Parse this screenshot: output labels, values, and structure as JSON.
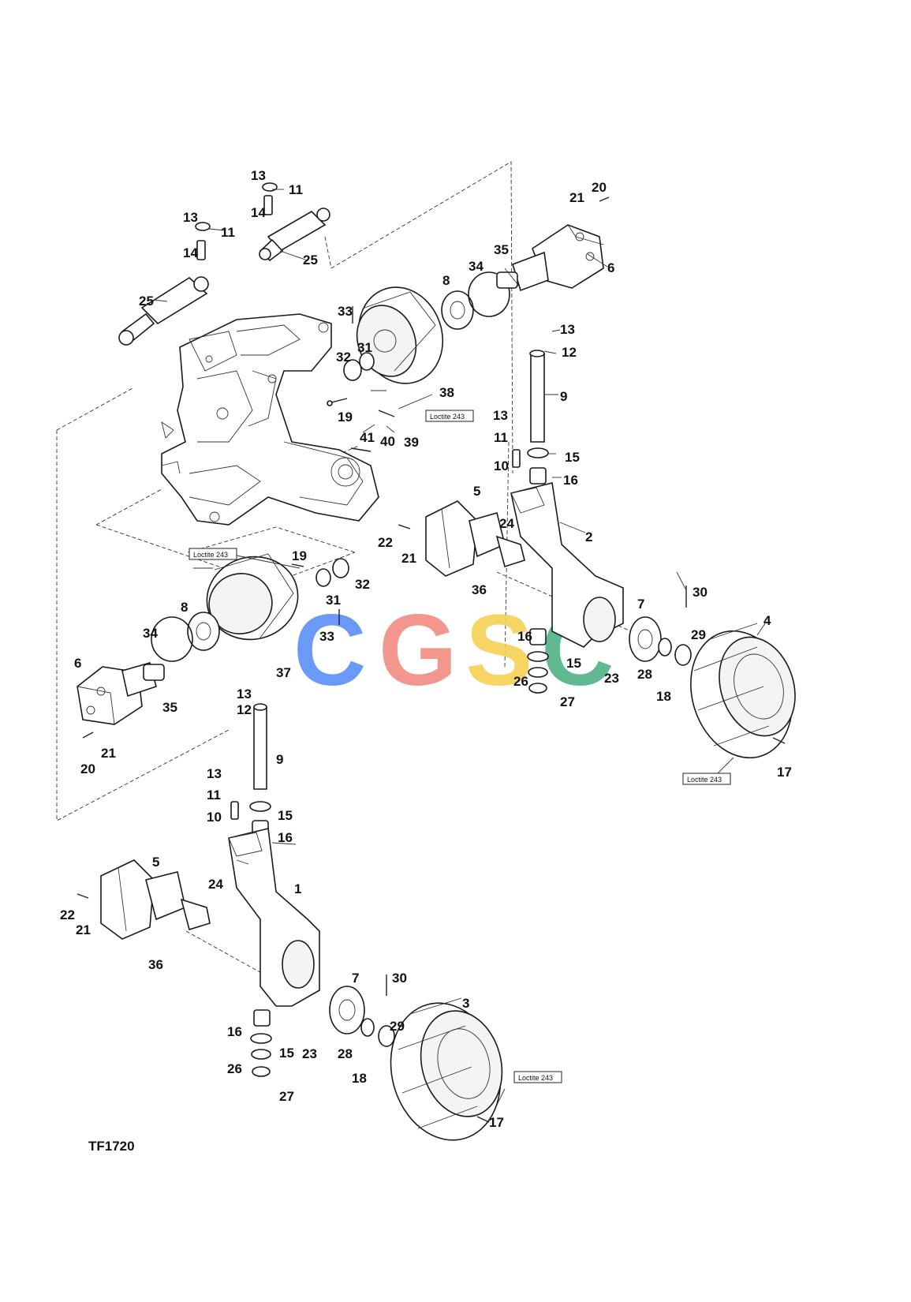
{
  "figure_id": "TF1720",
  "watermark": "CGSC",
  "colors": {
    "watermark_c1": "#5b8ff9",
    "watermark_g": "#f28b82",
    "watermark_s": "#f7d154",
    "watermark_c2": "#4fb286",
    "line": "#1a1a1a"
  },
  "notes": [
    {
      "id": "loctite-1",
      "text": "Loctite 243"
    },
    {
      "id": "loctite-2",
      "text": "Loctite 243"
    },
    {
      "id": "loctite-3",
      "text": "Loctite 243"
    }
  ],
  "callouts": [
    "13",
    "11",
    "14",
    "13",
    "11",
    "14",
    "25",
    "25",
    "20",
    "21",
    "35",
    "34",
    "6",
    "8",
    "33",
    "31",
    "32",
    "38",
    "13",
    "12",
    "9",
    "19",
    "41",
    "40",
    "39",
    "13",
    "11",
    "10",
    "15",
    "16",
    "5",
    "24",
    "2",
    "22",
    "21",
    "36",
    "19",
    "32",
    "31",
    "8",
    "34",
    "6",
    "37",
    "33",
    "7",
    "30",
    "4",
    "16",
    "15",
    "29",
    "26",
    "23",
    "28",
    "27",
    "18",
    "17",
    "35",
    "13",
    "12",
    "21",
    "9",
    "20",
    "13",
    "11",
    "10",
    "15",
    "16",
    "5",
    "24",
    "1",
    "22",
    "21",
    "36",
    "7",
    "30",
    "3",
    "29",
    "16",
    "15",
    "23",
    "28",
    "26",
    "18",
    "27",
    "17"
  ]
}
